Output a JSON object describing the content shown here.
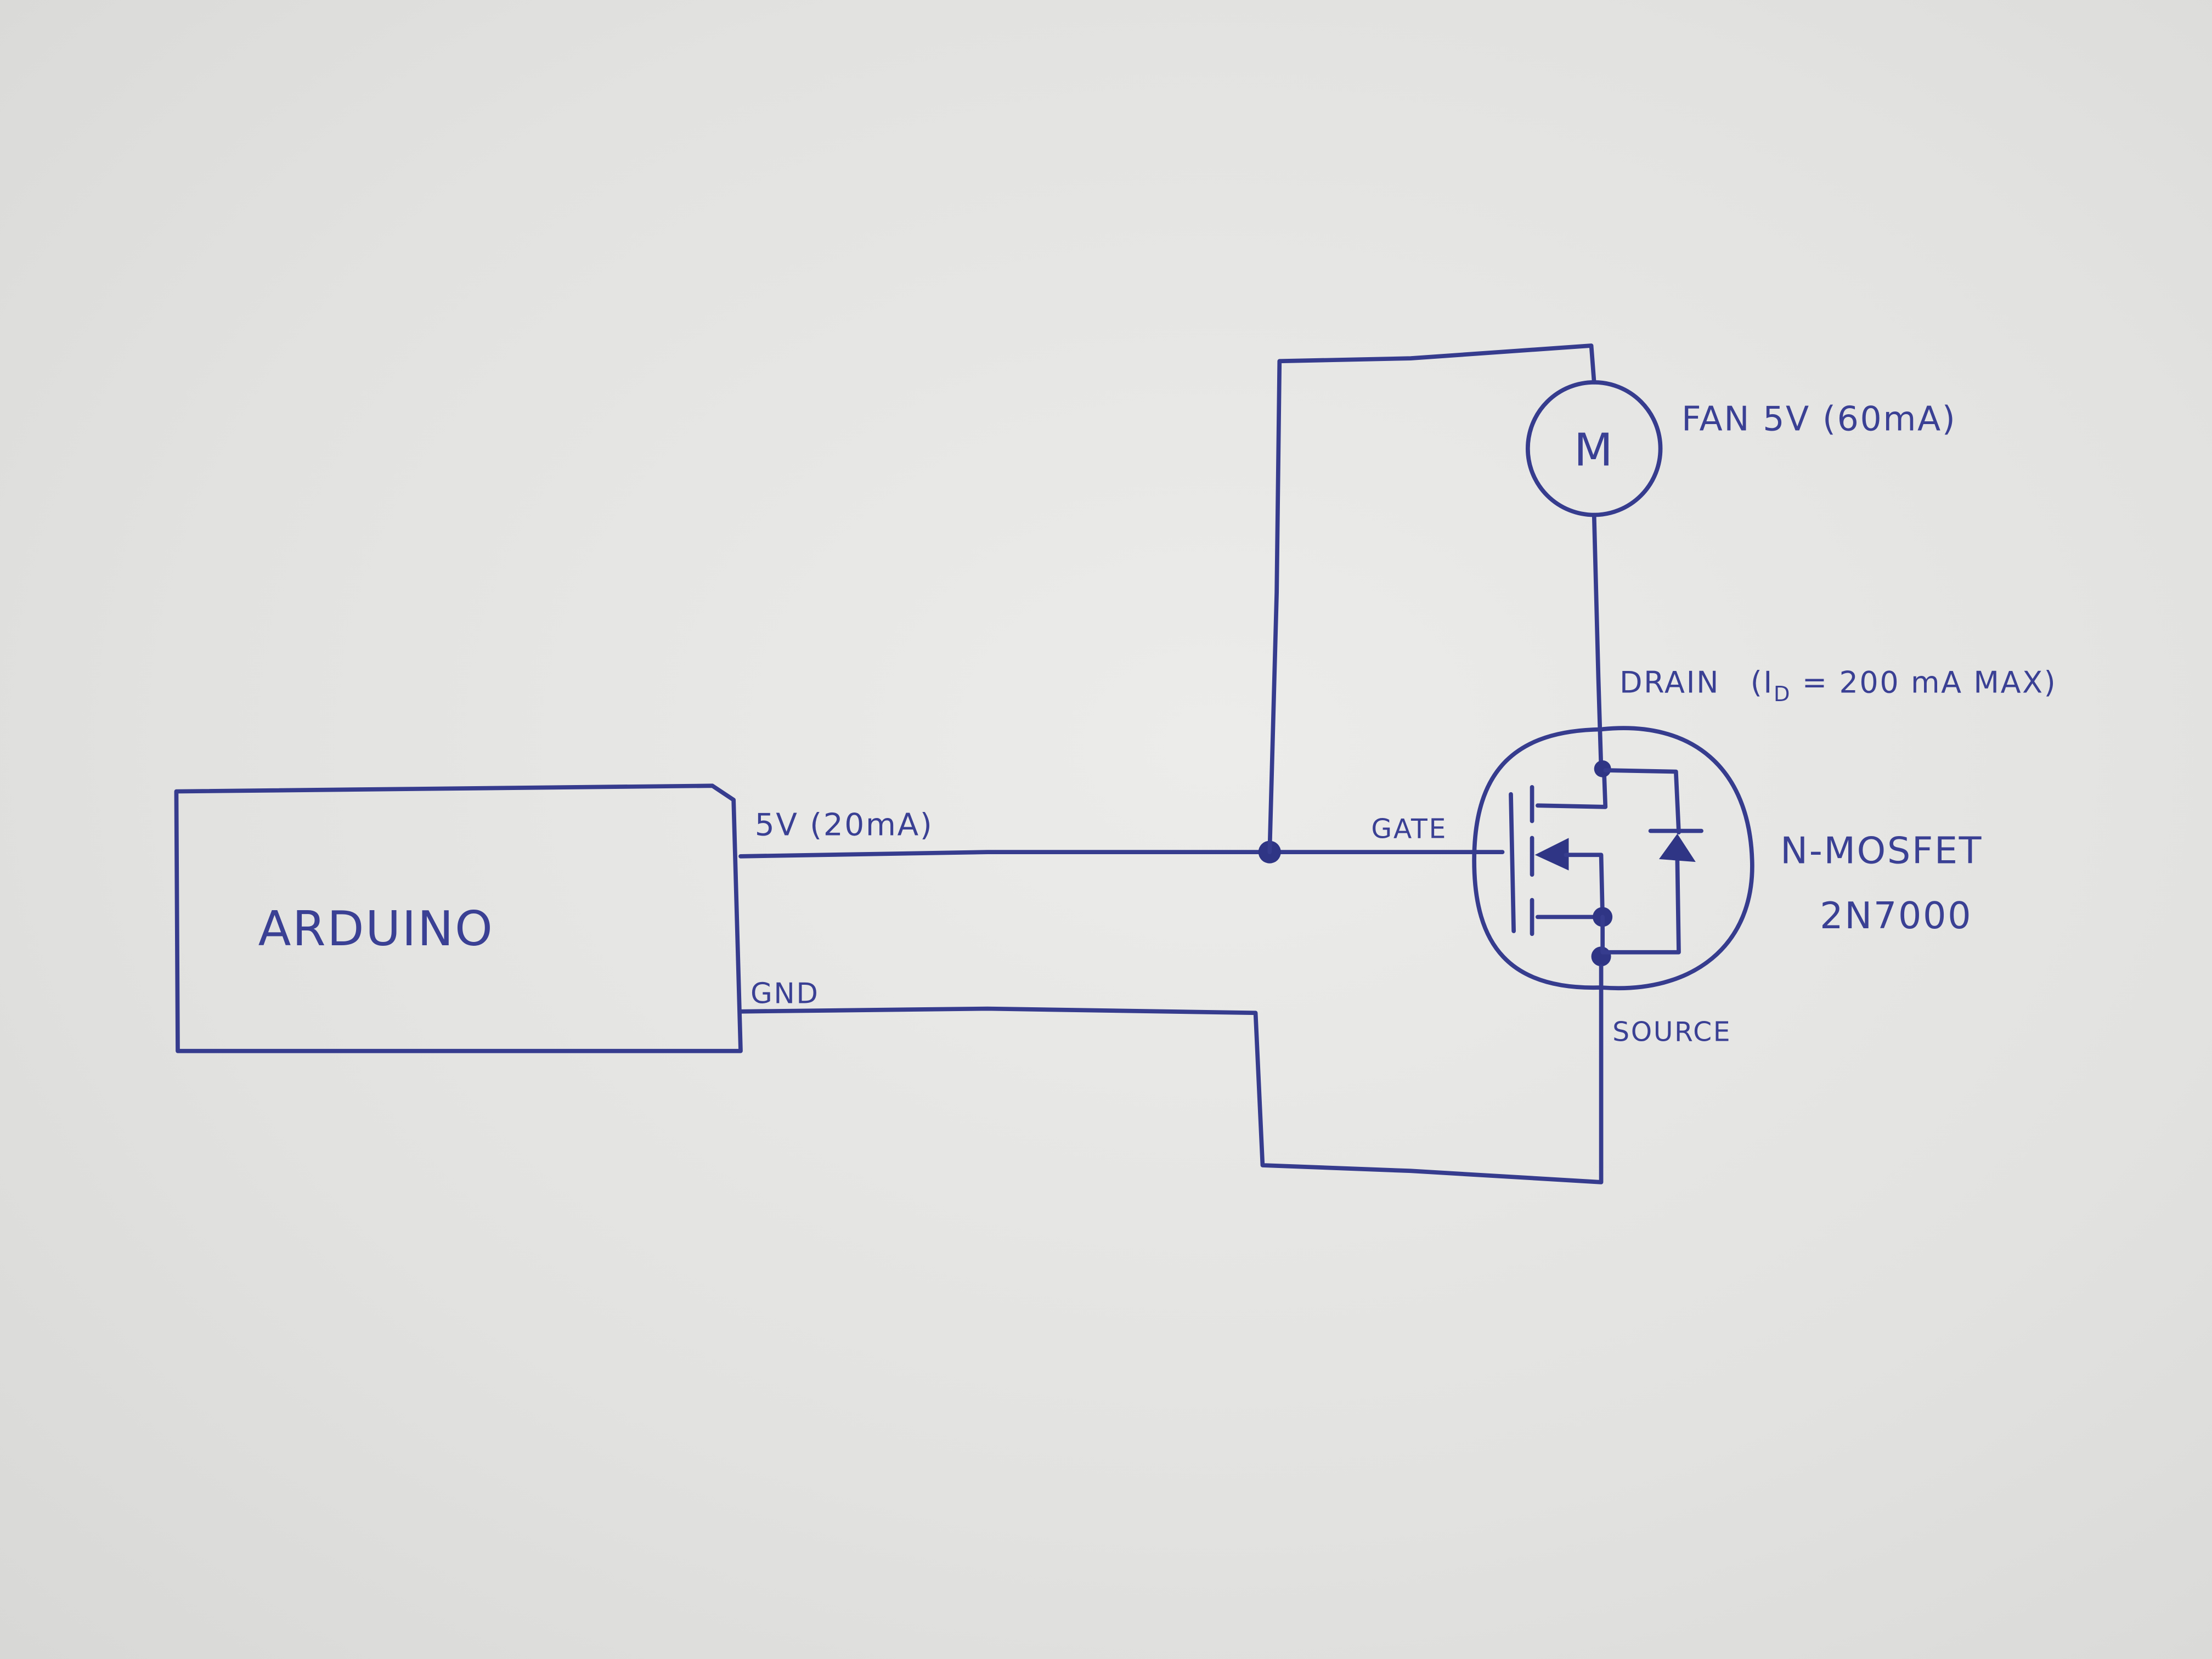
{
  "colors": {
    "ink": "#363c8e",
    "paper": "#e3e3e1"
  },
  "arduino": {
    "label": "ARDUINO"
  },
  "wires": {
    "supply_label": "5V (20mA)",
    "ground_label": "GND"
  },
  "motor": {
    "symbol": "M",
    "label": "FAN 5V (60mA)"
  },
  "mosfet": {
    "gate_label": "GATE",
    "drain_label": "DRAIN",
    "drain_spec_prefix": "(I",
    "drain_spec_sub": "D",
    "drain_spec_suffix": " = 200 mA MAX)",
    "source_label": "SOURCE",
    "type_label": "N-MOSFET",
    "part_label": "2N7000"
  }
}
